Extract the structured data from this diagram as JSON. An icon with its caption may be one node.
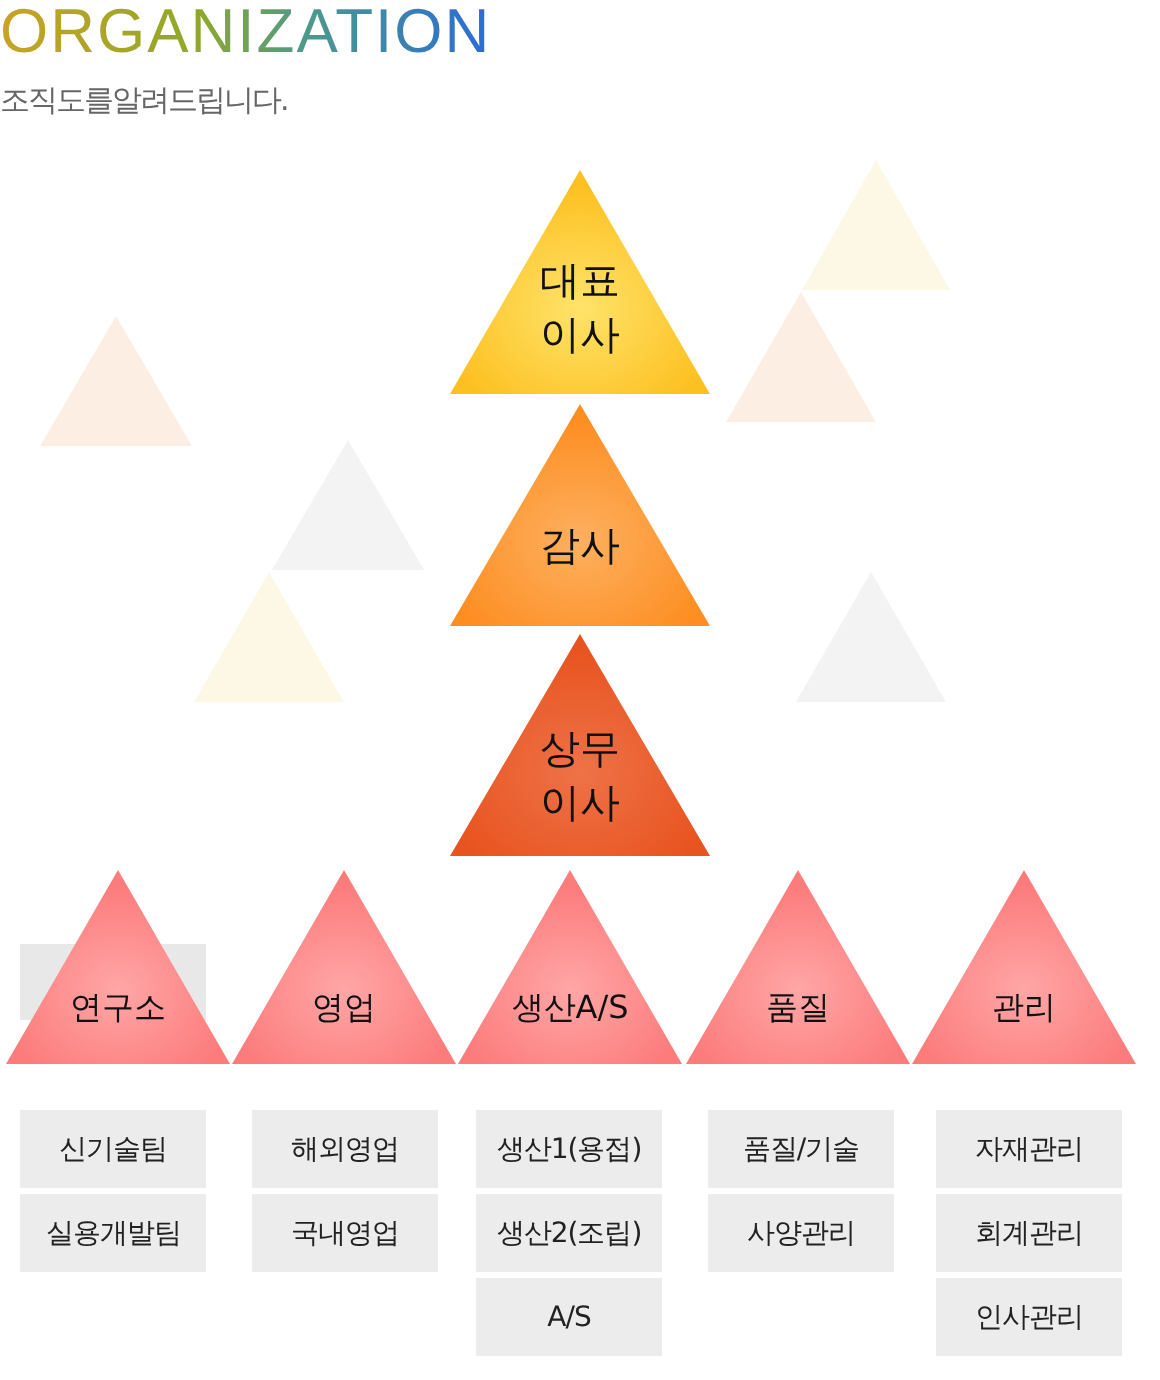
{
  "diagram": {
    "title": "ORGANIZATION",
    "nodes": [
      {
        "text": [
          "대표 이사"
        ]
      },
      {
        "text": [
          "감사"
        ]
      },
      {
        "text": [
          "상무 이사"
        ]
      },
      {
        "text": [
          "연구소"
        ]
      },
      {
        "text": [
          "영업"
        ]
      },
      {
        "text": [
          "생산A/S"
        ]
      },
      {
        "text": [
          "품질"
        ]
      },
      {
        "text": [
          "관리"
        ]
      },
      {
        "text": [
          "신기술팀"
        ]
      },
      {
        "text": [
          "실용개발팀"
        ]
      },
      {
        "text": [
          "해외영업"
        ]
      },
      {
        "text": [
          "국내영업"
        ]
      },
      {
        "text": [
          "생산1(용접)"
        ]
      },
      {
        "text": [
          "생산2(조립)"
        ]
      },
      {
        "text": [
          "A/S"
        ]
      },
      {
        "text": [
          "품질/기술"
        ]
      },
      {
        "text": [
          "사양관리"
        ]
      },
      {
        "text": [
          "자재관리"
        ]
      },
      {
        "text": [
          "회계관리"
        ]
      },
      {
        "text": [
          "인사관리"
        ]
      }
    ],
    "labels": [
      "조직도를알려드립니다."
    ]
  }
}
